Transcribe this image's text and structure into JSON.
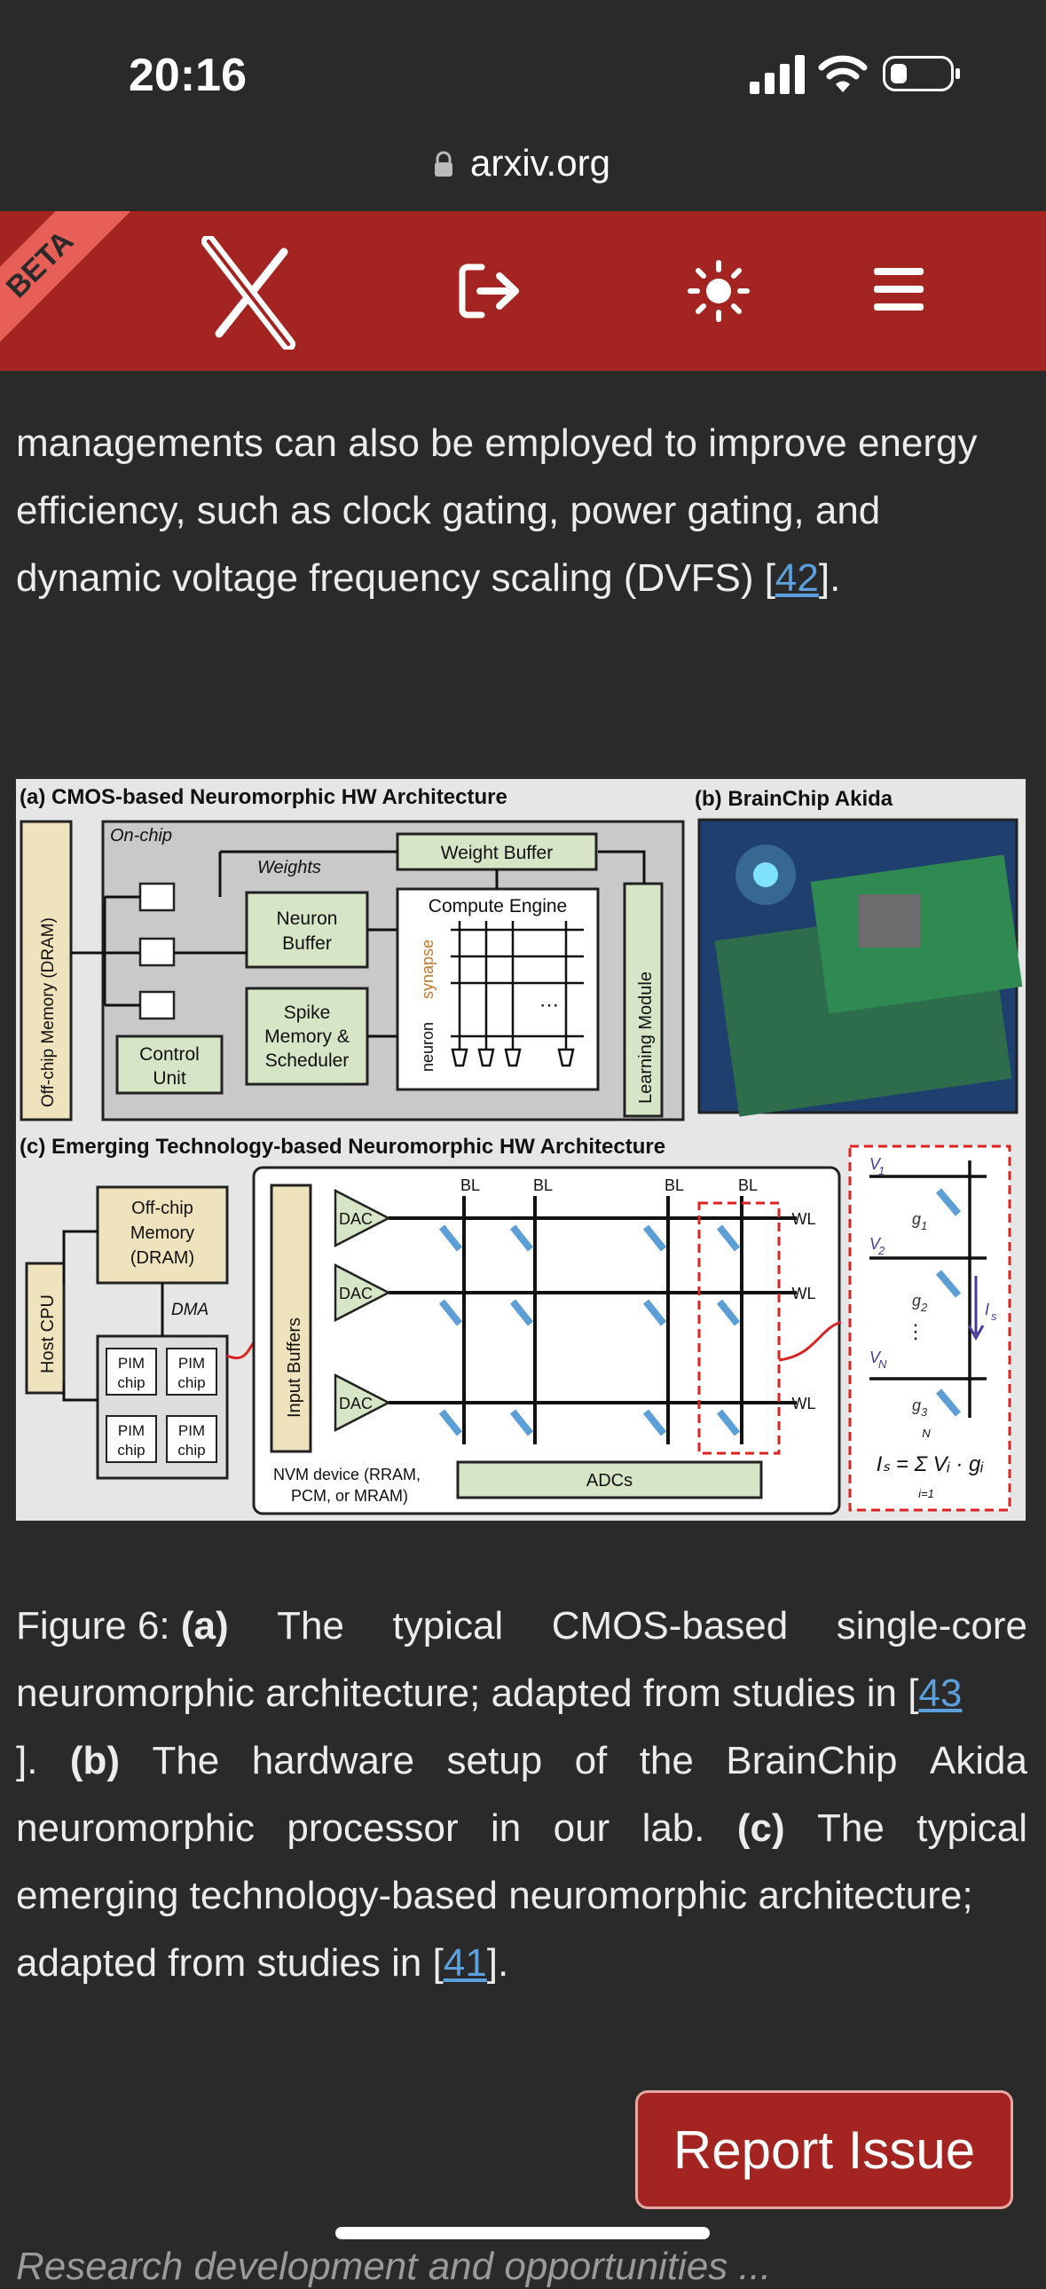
{
  "status": {
    "time": "20:16"
  },
  "browser": {
    "url": "arxiv.org"
  },
  "toolbar": {
    "beta_label": "BETA"
  },
  "article": {
    "para_lines": [
      "managements can also be employed to improve energy",
      "efficiency, such as clock gating, power gating, and"
    ],
    "para_line3_pre": "dynamic voltage frequency scaling (DVFS) [",
    "para_line3_ref": "42",
    "para_line3_post": "]."
  },
  "figure": {
    "a_title": "(a) CMOS-based Neuromorphic HW Architecture",
    "b_title": "(b) BrainChip Akida",
    "c_title": "(c) Emerging Technology-based Neuromorphic HW Architecture",
    "offchip_dram": "Off-chip Memory (DRAM)",
    "onchip": "On-chip",
    "weights": "Weights",
    "weight_buffer": "Weight Buffer",
    "neuron_buffer_1": "Neuron",
    "neuron_buffer_2": "Buffer",
    "compute_engine": "Compute Engine",
    "spike_1": "Spike",
    "spike_2": "Memory &",
    "spike_3": "Scheduler",
    "control_1": "Control",
    "control_2": "Unit",
    "learning_module": "Learning Module",
    "synapse": "synapse",
    "neuron": "neuron",
    "host_cpu": "Host CPU",
    "offchip2_1": "Off-chip",
    "offchip2_2": "Memory",
    "offchip2_3": "(DRAM)",
    "dma": "DMA",
    "pim": "PIM",
    "chip": "chip",
    "input_buffers": "Input Buffers",
    "dac": "DAC",
    "bl": "BL",
    "wl": "WL",
    "nvm_1": "NVM device (RRAM,",
    "nvm_2": "PCM, or MRAM)",
    "adcs": "ADCs",
    "v1": "V",
    "v1_sub": "1",
    "v2_sub": "2",
    "vn_sub": "N",
    "g1": "g",
    "g1_sub": "1",
    "g2_sub": "2",
    "g3_sub": "3",
    "is_label": "I",
    "is_sub": "s",
    "formula": "Iₛ = Σ Vᵢ · gᵢ",
    "formula_top": "N",
    "formula_bottom": "i=1"
  },
  "caption": {
    "l1": [
      "Figure 6: ",
      "(a)",
      "The",
      "typical",
      "CMOS-based",
      "single-core"
    ],
    "l2_pre": "neuromorphic architecture; adapted from studies in [",
    "l2_ref": "43",
    "l3": [
      "].",
      "(b)",
      "The",
      "hardware",
      "setup",
      "of",
      "the",
      "BrainChip",
      "Akida"
    ],
    "l4": [
      "neuromorphic",
      "processor",
      "in",
      "our",
      "lab.",
      "(c)",
      "The",
      "typical"
    ],
    "l5": "emerging technology-based neuromorphic architecture;",
    "l6_pre": "adapted from studies in [",
    "l6_ref": "41",
    "l6_post": "]."
  },
  "report_button": "Report Issue",
  "bottom_peek": "Research development and opportunities ..."
}
